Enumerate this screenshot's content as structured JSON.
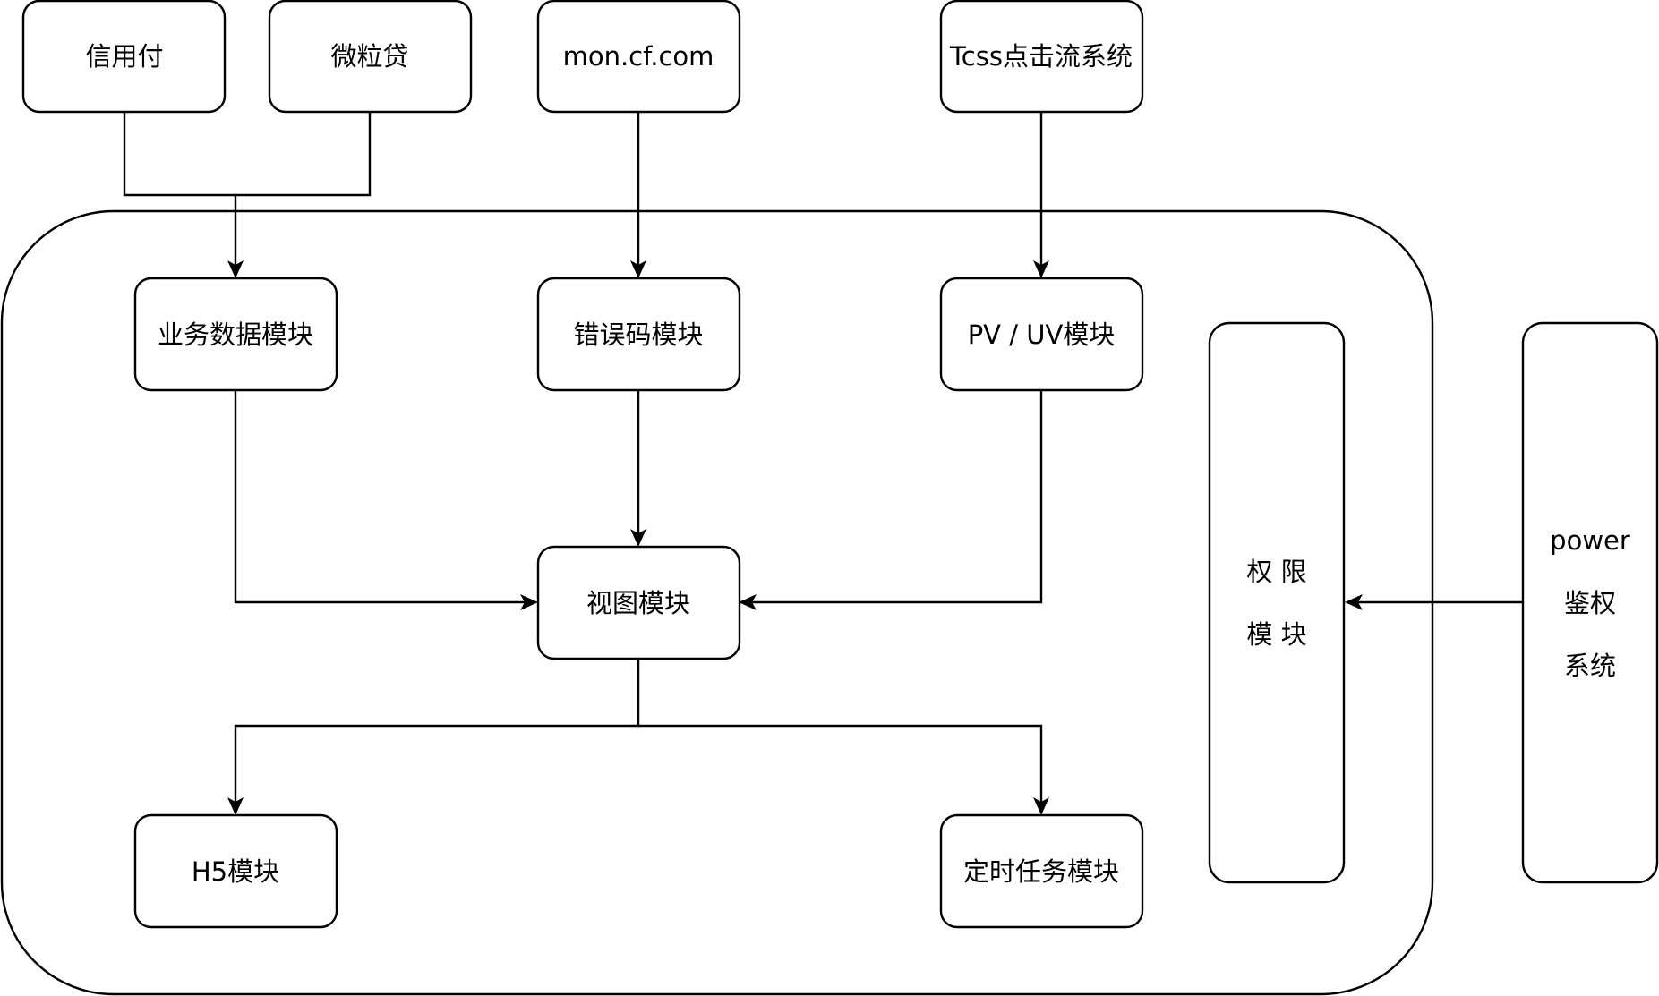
{
  "nodes": {
    "xinyongfu": "信用付",
    "weilidai": "微粒贷",
    "mon_cf": "mon.cf.com",
    "tcss": "Tcss点击流系统",
    "biz_data": "业务数据模块",
    "error_code": "错误码模块",
    "pv_uv": "PV / UV模块",
    "view": "视图模块",
    "h5": "H5模块",
    "scheduled": "定时任务模块",
    "permission": [
      "权 限",
      "模 块"
    ],
    "power": [
      "power",
      "鉴权",
      "系统"
    ]
  },
  "edges": [
    {
      "from": "xinyongfu",
      "to": "biz_data"
    },
    {
      "from": "weilidai",
      "to": "biz_data"
    },
    {
      "from": "mon_cf",
      "to": "error_code"
    },
    {
      "from": "tcss",
      "to": "pv_uv"
    },
    {
      "from": "biz_data",
      "to": "view"
    },
    {
      "from": "error_code",
      "to": "view"
    },
    {
      "from": "pv_uv",
      "to": "view"
    },
    {
      "from": "view",
      "to": "h5"
    },
    {
      "from": "view",
      "to": "scheduled"
    },
    {
      "from": "power",
      "to": "permission"
    }
  ]
}
